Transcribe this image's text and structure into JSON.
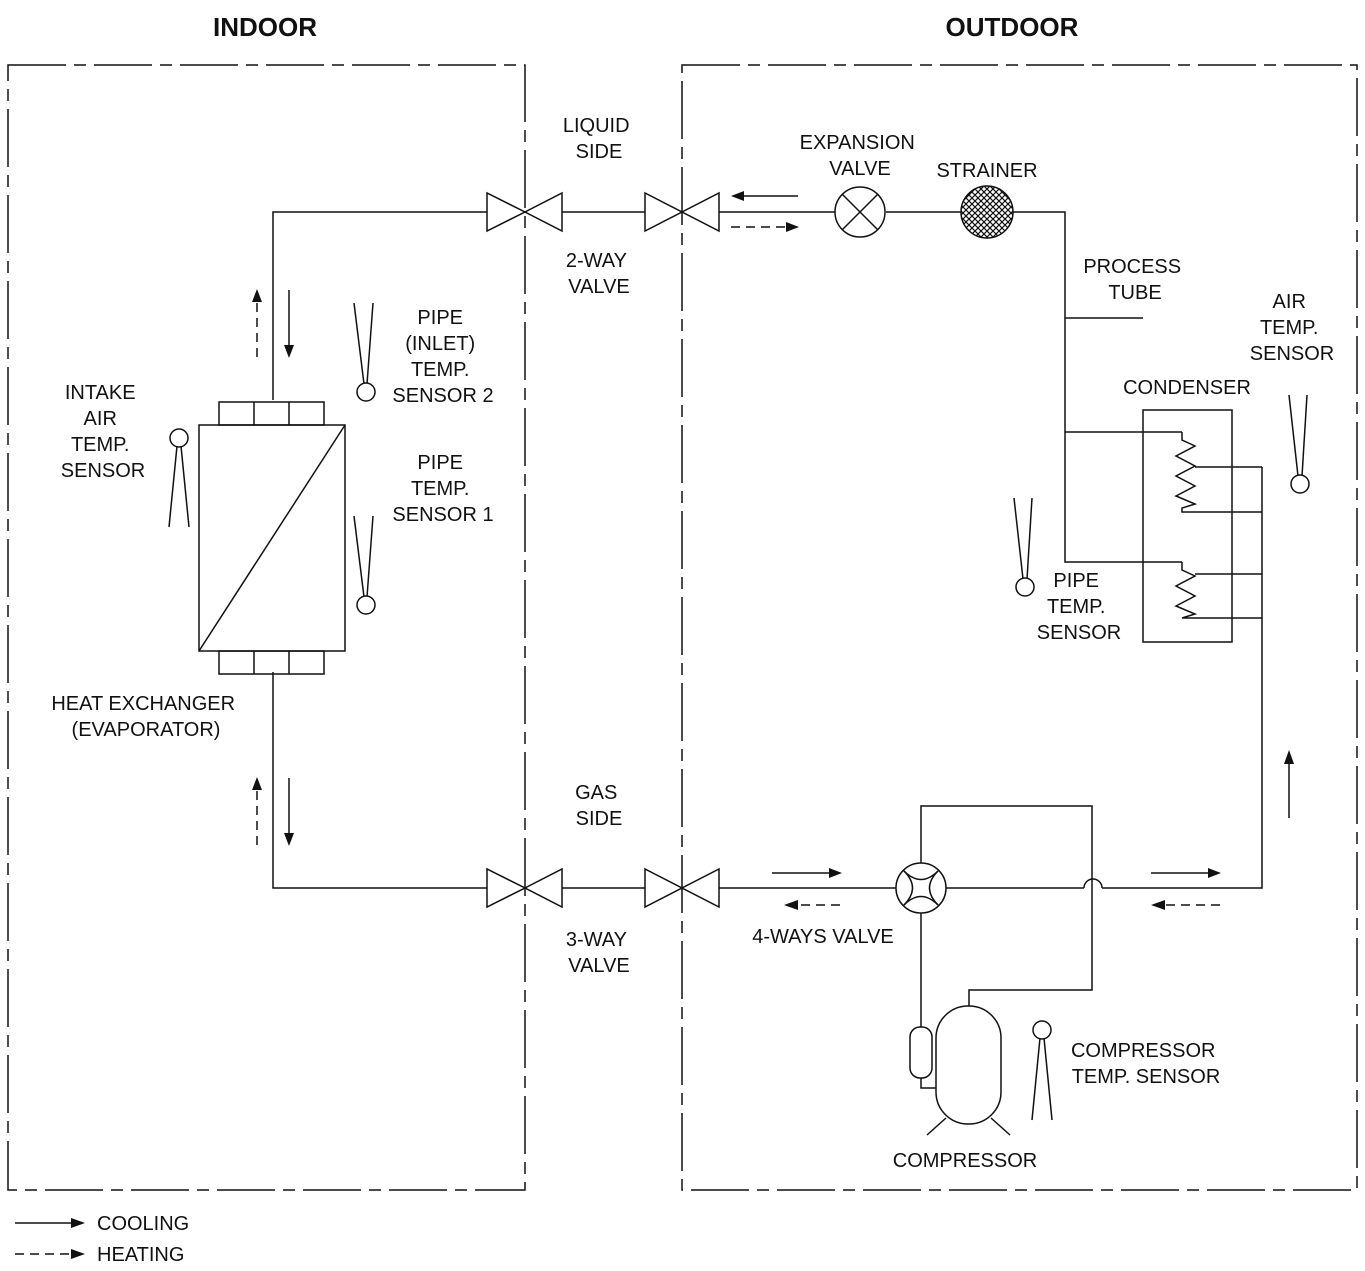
{
  "headers": {
    "indoor": "INDOOR",
    "outdoor": "OUTDOOR"
  },
  "labels": {
    "liquid_side": [
      "LIQUID",
      "SIDE"
    ],
    "two_way_valve": [
      "2-WAY",
      "VALVE"
    ],
    "gas_side": [
      "GAS",
      "SIDE"
    ],
    "three_way_valve": [
      "3-WAY",
      "VALVE"
    ],
    "expansion_valve": [
      "EXPANSION",
      "VALVE"
    ],
    "strainer": [
      "STRAINER"
    ],
    "process_tube": [
      "PROCESS",
      "TUBE"
    ],
    "air_temp_sensor": [
      "AIR",
      "TEMP.",
      "SENSOR"
    ],
    "condenser": [
      "CONDENSER"
    ],
    "outdoor_pipe_temp_sensor": [
      "PIPE",
      "TEMP.",
      "SENSOR"
    ],
    "four_ways_valve": [
      "4-WAYS VALVE"
    ],
    "compressor_temp_sensor": [
      "COMPRESSOR",
      "TEMP. SENSOR"
    ],
    "compressor": [
      "COMPRESSOR"
    ],
    "pipe_inlet_temp_sensor_2": [
      "PIPE",
      "(INLET)",
      "TEMP.",
      "SENSOR 2"
    ],
    "pipe_temp_sensor_1": [
      "PIPE",
      "TEMP.",
      "SENSOR 1"
    ],
    "intake_air_temp_sensor": [
      "INTAKE",
      "AIR",
      "TEMP.",
      "SENSOR"
    ],
    "heat_exchanger": [
      "HEAT EXCHANGER",
      "(EVAPORATOR)"
    ]
  },
  "legend": {
    "cooling": "COOLING",
    "heating": "HEATING"
  }
}
